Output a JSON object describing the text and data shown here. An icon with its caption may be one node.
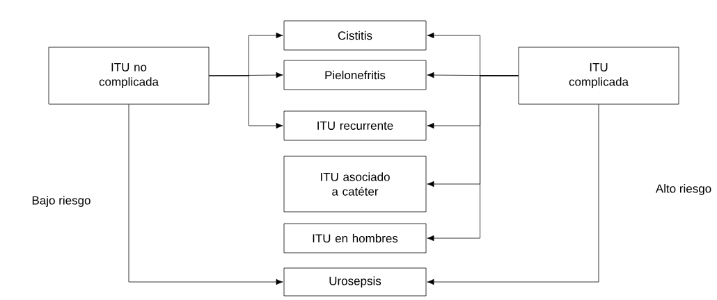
{
  "diagram": {
    "nodes": [
      {
        "text": [
          "ITU no complicada"
        ]
      },
      {
        "text": [
          "Cistitis"
        ]
      },
      {
        "text": [
          "Pielonefritis"
        ]
      },
      {
        "text": [
          "ITU recurrente"
        ]
      },
      {
        "text": [
          "ITU asociado a catéter"
        ]
      },
      {
        "text": [
          "ITU en hombres"
        ]
      },
      {
        "text": [
          "Urosepsis"
        ]
      },
      {
        "text": [
          "ITU complicada"
        ]
      }
    ],
    "edges": [
      {
        "from": 0,
        "to": 1,
        "arrow": "to"
      },
      {
        "from": 0,
        "to": 2,
        "arrow": "to"
      },
      {
        "from": 0,
        "to": 3,
        "arrow": "to"
      },
      {
        "from": 0,
        "to": 6,
        "arrow": "to"
      },
      {
        "from": 7,
        "to": 1,
        "arrow": "to"
      },
      {
        "from": 7,
        "to": 2,
        "arrow": "to"
      },
      {
        "from": 7,
        "to": 3,
        "arrow": "to"
      },
      {
        "from": 7,
        "to": 4,
        "arrow": "to"
      },
      {
        "from": 7,
        "to": 5,
        "arrow": "to"
      },
      {
        "from": 7,
        "to": 6,
        "arrow": "to"
      }
    ],
    "labels": [
      "Bajo riesgo",
      "Alto riesgo"
    ]
  }
}
